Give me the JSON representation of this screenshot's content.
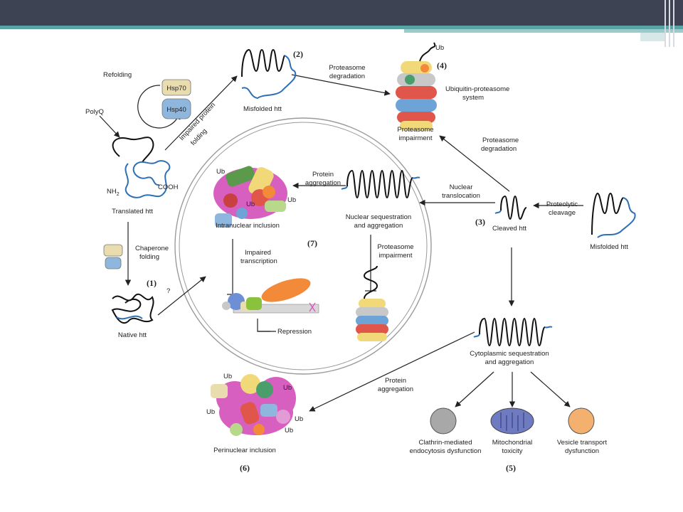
{
  "labels": {
    "polyq": "PolyQ",
    "refolding": "Refolding",
    "hsp70": "Hsp70",
    "hsp40": "Hsp40",
    "impaired_folding_1": "Impaired protein",
    "impaired_folding_2": "folding",
    "misfolded_top": "Misfolded htt",
    "num2": "(2)",
    "proteasome_deg_top_1": "Proteasome",
    "proteasome_deg_top_2": "degradation",
    "ub_top": "Ub",
    "num4": "(4)",
    "ups_1": "Ubiquitin-proteasome",
    "ups_2": "system",
    "proteasome_impairment_1": "Proteasome",
    "proteasome_impairment_2": "impairment",
    "proteasome_deg_right_1": "Proteasome",
    "proteasome_deg_right_2": "degradation",
    "nh2": "NH",
    "nh2_sub": "2",
    "cooh": "COOH",
    "translated": "Translated htt",
    "chaperone_1": "Chaperone",
    "chaperone_2": "folding",
    "num1": "(1)",
    "question": "?",
    "native": "Native htt",
    "ub_a": "Ub",
    "ub_b": "Ub",
    "ub_c": "Ub",
    "protein_agg_1": "Protein",
    "protein_agg_2": "aggregation",
    "intranuclear": "Intranuclear inclusion",
    "num7": "(7)",
    "impaired_tx_1": "Impaired",
    "impaired_tx_2": "transcription",
    "repression": "Repression",
    "nuclear_seq_1": "Nuclear sequestration",
    "nuclear_seq_2": "and aggregation",
    "proteasome_imp2_1": "Proteasome",
    "proteasome_imp2_2": "impairment",
    "nuclear_trans_1": "Nuclear",
    "nuclear_trans_2": "translocation",
    "num3": "(3)",
    "cleaved": "Cleaved htt",
    "proteolytic_1": "Proteolytic",
    "proteolytic_2": "cleavage",
    "misfolded_right": "Misfolded htt",
    "cyto_seq_1": "Cytoplasmic sequestration",
    "cyto_seq_2": "and aggregation",
    "protein_agg2_1": "Protein",
    "protein_agg2_2": "aggregation",
    "ub_p1": "Ub",
    "ub_p2": "Ub",
    "ub_p3": "Ub",
    "ub_p4": "Ub",
    "ub_p5": "Ub",
    "perinuclear": "Perinuclear inclusion",
    "num6": "(6)",
    "clathrin_1": "Clathrin-mediated",
    "clathrin_2": "endocytosis dysfunction",
    "mito_1": "Mitochondrial",
    "mito_2": "toxicity",
    "vesicle_1": "Vesicle transport",
    "vesicle_2": "dysfunction",
    "num5": "(5)"
  },
  "colors": {
    "header_bar": "#3d4352",
    "accent_teal": "#58a3a3",
    "htt_strand": "#111111",
    "htt_blue": "#2f6fb3",
    "ub_yellow": "#f1d97a",
    "proteasome_blue": "#6da3d6",
    "proteasome_red": "#e0564a",
    "aggregate_pink": "#d75fbf",
    "hsp_box": "#e9dcae",
    "clathrin_gray": "#a8a8a8",
    "mito_blue": "#6f7bc0",
    "vesicle_orange": "#f4b06f"
  }
}
